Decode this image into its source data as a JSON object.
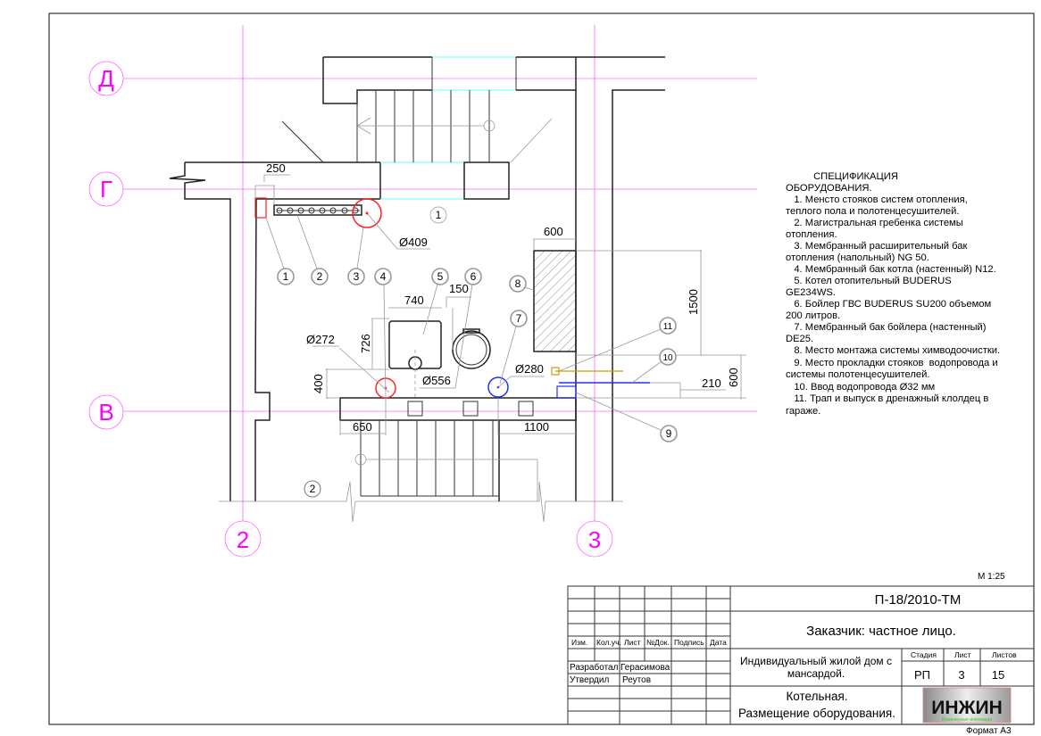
{
  "axes": {
    "d": "Д",
    "g": "Г",
    "v": "В",
    "c2": "2",
    "c3": "3"
  },
  "dimensions": {
    "d250": "250",
    "d600a": "600",
    "d1500": "1500",
    "d210": "210",
    "d600b": "600",
    "d409": "Ø409",
    "d272": "Ø272",
    "d726": "726",
    "d740": "740",
    "d150": "150",
    "d556": "Ø556",
    "d280": "Ø280",
    "d400": "400",
    "d650": "650",
    "d1100": "1100"
  },
  "markers": [
    "1",
    "2",
    "3",
    "4",
    "5",
    "6",
    "7",
    "8",
    "9",
    "10",
    "11"
  ],
  "room_labels": {
    "r1": "1",
    "r2": "2"
  },
  "specification": {
    "lines": [
      "          СПЕЦИФИКАЦИЯ",
      "ОБОРУДОВАНИЯ.",
      "   1. Менсто стояков систем отопления,",
      "теплого пола и полотенцесушителей.",
      "   2. Магистральная гребенка системы",
      "отопления.",
      "   3. Мембранный расширительный бак",
      "отопления (напольный) NG 50.",
      "   4. Мембранный бак котла (настенный) N12.",
      "   5. Котел отопительный BUDERUS",
      "GE234WS.",
      "   6. Бойлер ГВС BUDERUS SU200 объемом",
      "200 литров.",
      "   7. Мембранный бак бойлера (настенный)",
      "DE25.",
      "   8. Место монтажа системы химводоочистки.",
      "   9. Место прокладки стояков  водопровода и",
      "системы полотенцесушителей.",
      "   10. Ввод водопровода Ø32 мм",
      "   11. Трап и выпуск в дренажный клолдец в",
      "гараже."
    ]
  },
  "scale": "М 1:25",
  "format": "Формат А3",
  "title_block": {
    "code": "П-18/2010-ТМ",
    "customer": "Заказчик: частное лицо.",
    "headers": [
      "Изм.",
      "Кол.уч.",
      "Лист",
      "№Док.",
      "Подпись",
      "Дата"
    ],
    "developed_label": "Разработал",
    "developed_name": "Герасимова",
    "approved_label": "Утвердил",
    "approved_name": "Реутов",
    "project_line1": "Индивидуальный жилой дом с",
    "project_line2": "мансардой.",
    "stage_header": "Стадия",
    "sheet_header": "Лист",
    "sheets_header": "Листов",
    "stage": "РП",
    "sheet": "3",
    "sheets": "15",
    "drawing_line1": "Котельная.",
    "drawing_line2": "Размещение оборудования.",
    "logo_text": "ИНЖИН",
    "logo_subtitle": "Инженерные инновации"
  }
}
